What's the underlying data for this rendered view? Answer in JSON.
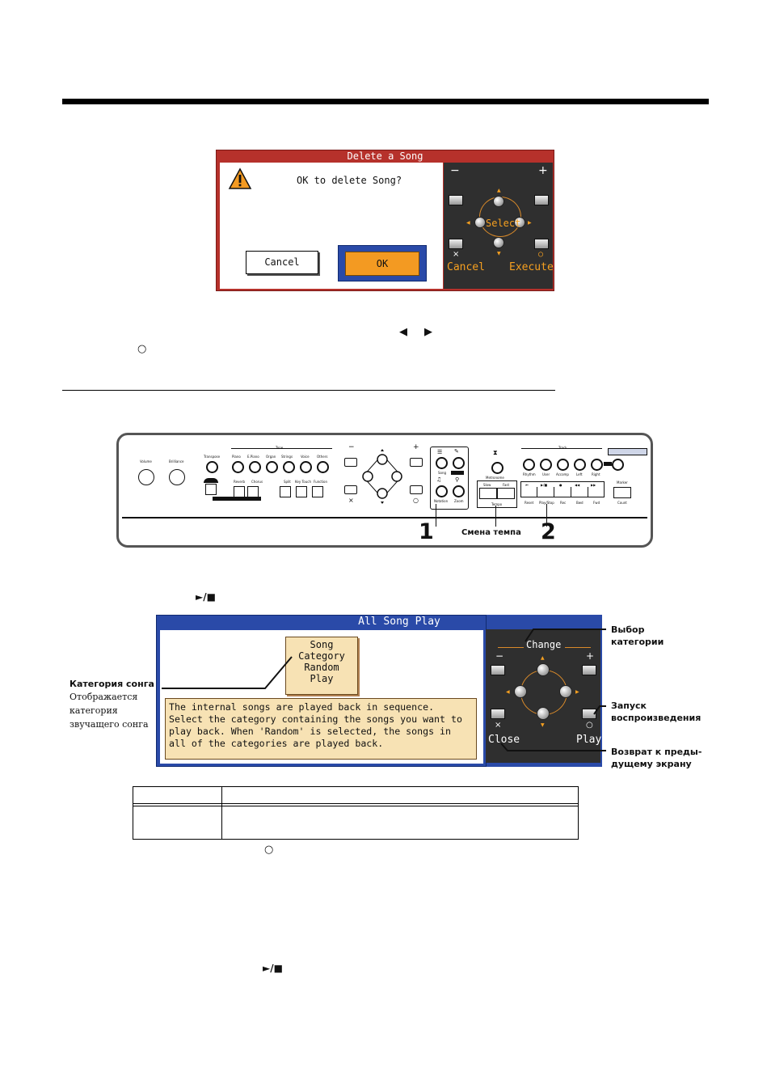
{
  "delete_dialog": {
    "title": "Delete a Song",
    "message": "OK to delete Song?",
    "cancel_button": "Cancel",
    "ok_button": "OK",
    "panel": {
      "minus": "−",
      "plus": "+",
      "select": "Select",
      "cancel_mark": "×",
      "execute_mark": "○",
      "cancel": "Cancel",
      "execute": "Execute"
    }
  },
  "instruction_arrows": {
    "left": "◀",
    "right": "▶",
    "circle": "○"
  },
  "piano_panel": {
    "labels": {
      "volume": "Volume",
      "brilliance": "Brilliance",
      "transpose": "Transpose",
      "tone": "Tone",
      "piano": "Piano",
      "e_piano": "E.Piano",
      "organ": "Organ",
      "strings": "Strings",
      "voice": "Voice",
      "others": "Others",
      "reverb": "Reverb",
      "chorus": "Chorus",
      "split": "Split",
      "key_touch": "Key Touch",
      "function": "Function",
      "song": "Song",
      "notation": "Notation",
      "zoom": "Zoom",
      "metronome": "Metronome",
      "slow": "Slow",
      "fast": "Fast",
      "tempo": "Tempo",
      "track": "Track",
      "rhythm": "Rhythm",
      "user": "User",
      "accomp": "Accomp",
      "left": "Left",
      "right": "Right",
      "reset": "Reset",
      "play_stop": "Play/Stop",
      "rec": "Rec",
      "bwd": "Bwd",
      "fwd": "Fwd",
      "marker": "Marker",
      "count": "Count",
      "minus": "−",
      "plus": "+",
      "x_mark": "×",
      "o_mark": "○"
    },
    "callout_1": "1",
    "callout_2": "2",
    "tempo_change": "Смена темпа"
  },
  "play_stop_symbol": "►/■",
  "all_song_play": {
    "title": "All Song Play",
    "book_lines": [
      "Song",
      "Category",
      "Random",
      "Play"
    ],
    "description": "The internal songs are played back in sequence.\nSelect the category containing the songs you want to\nplay back. When 'Random' is selected, the songs in\nall of the categories are played back.",
    "panel": {
      "change": "Change",
      "minus": "−",
      "plus": "+",
      "close_mark": "×",
      "play_mark": "○",
      "close": "Close",
      "play": "Play"
    }
  },
  "callouts": {
    "song_category_title": "Категория сонга",
    "song_category_desc": [
      "Отображается",
      "категория",
      "звучащего сонга"
    ],
    "category_select": [
      "Выбор",
      "категории"
    ],
    "start_playback": [
      "Запуск",
      "воспроизведения"
    ],
    "return_prev": [
      "Возврат к преды-",
      "дущему экрану"
    ]
  },
  "circle_note": "○",
  "play_stop_symbol_2": "►/■"
}
